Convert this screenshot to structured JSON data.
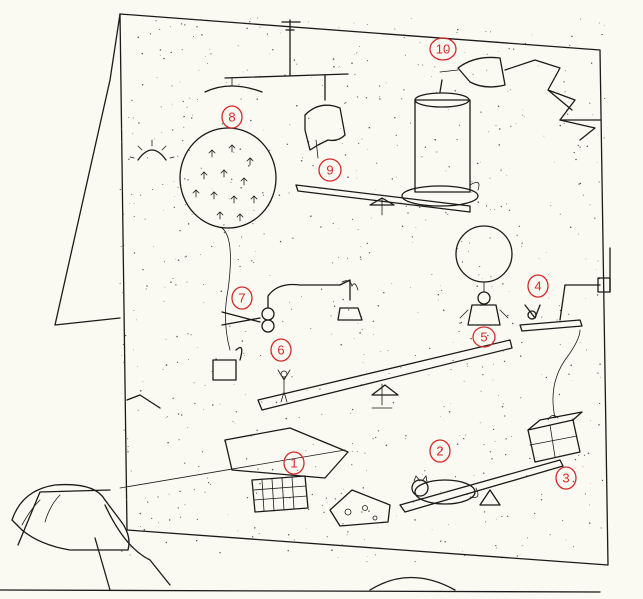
{
  "labels": [
    {
      "id": "1",
      "text": "1"
    },
    {
      "id": "2",
      "text": "2"
    },
    {
      "id": "3",
      "text": "3"
    },
    {
      "id": "4",
      "text": "4"
    },
    {
      "id": "5",
      "text": "5"
    },
    {
      "id": "6",
      "text": "6"
    },
    {
      "id": "7",
      "text": "7"
    },
    {
      "id": "8",
      "text": "8"
    },
    {
      "id": "9",
      "text": "9"
    },
    {
      "id": "10",
      "text": "10"
    }
  ],
  "colors": {
    "ink": "#1a1a1a",
    "label": "#d42a2a",
    "paper": "#fbfaf2"
  }
}
